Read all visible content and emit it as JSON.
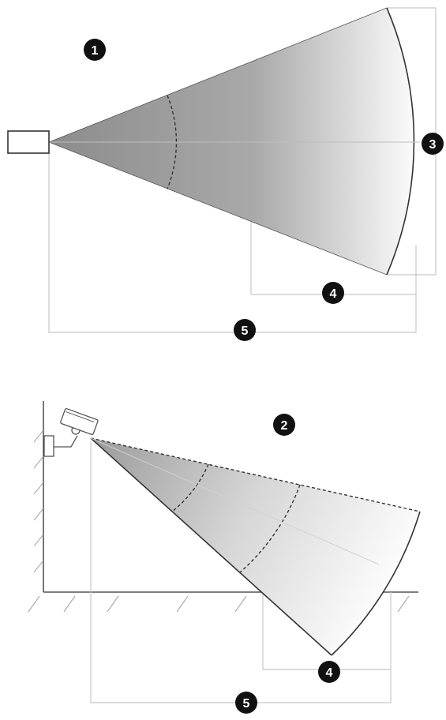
{
  "top_view": {
    "callout_view": "1",
    "callout_range_width": "3",
    "callout_far_distance": "4",
    "callout_full_distance": "5"
  },
  "side_view": {
    "callout_view": "2",
    "callout_near_span": "4",
    "callout_full_distance": "5"
  },
  "colors": {
    "cone_dark": "#8c8c8c",
    "cone_light": "#ffffff",
    "outline": "#333333",
    "dimension_line": "#c8c8c8",
    "callout_fill": "#111111"
  }
}
